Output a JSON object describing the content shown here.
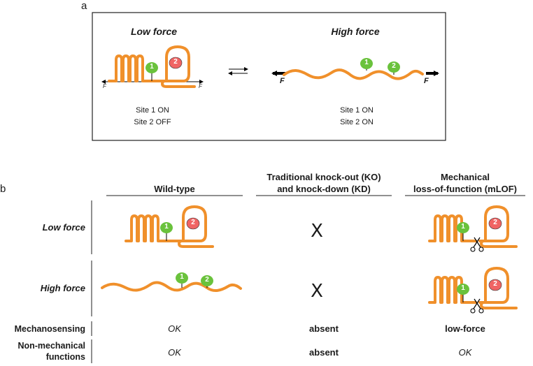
{
  "panel_a": {
    "letter": "a",
    "low_title": "Low force",
    "high_title": "High force",
    "low_status": [
      "Site 1 ON",
      "Site 2 OFF"
    ],
    "high_status": [
      "Site 1 ON",
      "Site 2 ON"
    ],
    "force_label": "F",
    "site1": "1",
    "site2": "2"
  },
  "panel_b": {
    "letter": "b",
    "columns": [
      "Wild-type",
      "Traditional knock-out (KO)\nand knock-down (KD)",
      "Mechanical\nloss-of-function (mLOF)"
    ],
    "rows": {
      "low_force": "Low force",
      "high_force": "High force",
      "mechanosensing": "Mechanosensing",
      "non_mechanical": "Non-mechanical\nfunctions"
    },
    "ko_mark": "X",
    "mechanosensing_values": [
      "OK",
      "absent",
      "low-force"
    ],
    "non_mechanical_values": [
      "OK",
      "absent",
      "OK"
    ]
  },
  "colors": {
    "protein": "#f0902b",
    "site1": "#6ac23c",
    "site2": "#f06464"
  }
}
